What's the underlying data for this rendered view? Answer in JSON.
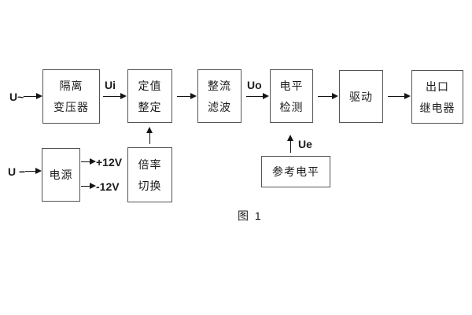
{
  "diagram": {
    "blocks": [
      {
        "name": "isolation-transformer",
        "line1": "隔离",
        "line2": "变压器"
      },
      {
        "name": "setting-adjust",
        "line1": "定值",
        "line2": "整定"
      },
      {
        "name": "rectifier-filter",
        "line1": "整流",
        "line2": "滤波"
      },
      {
        "name": "level-detect",
        "line1": "电平",
        "line2": "检测"
      },
      {
        "name": "drive",
        "line1": "驱动"
      },
      {
        "name": "output-relay",
        "line1": "出口",
        "line2": "继电器"
      },
      {
        "name": "power-supply",
        "line1": "电源"
      },
      {
        "name": "ratio-switch",
        "line1": "倍率",
        "line2": "切换"
      },
      {
        "name": "reference-level",
        "line1": "参考电平"
      }
    ],
    "signals": {
      "u_ac": "U~",
      "ui": "Ui",
      "uo": "Uo",
      "ue": "Ue",
      "u_dc": "U −",
      "plus_12v": "+12V",
      "minus_12v": "-12V"
    },
    "caption": "图 1",
    "colors": {
      "background": "#ffffff",
      "box_border": "#545454",
      "line": "#141414",
      "text": "#1c1c1c"
    }
  }
}
